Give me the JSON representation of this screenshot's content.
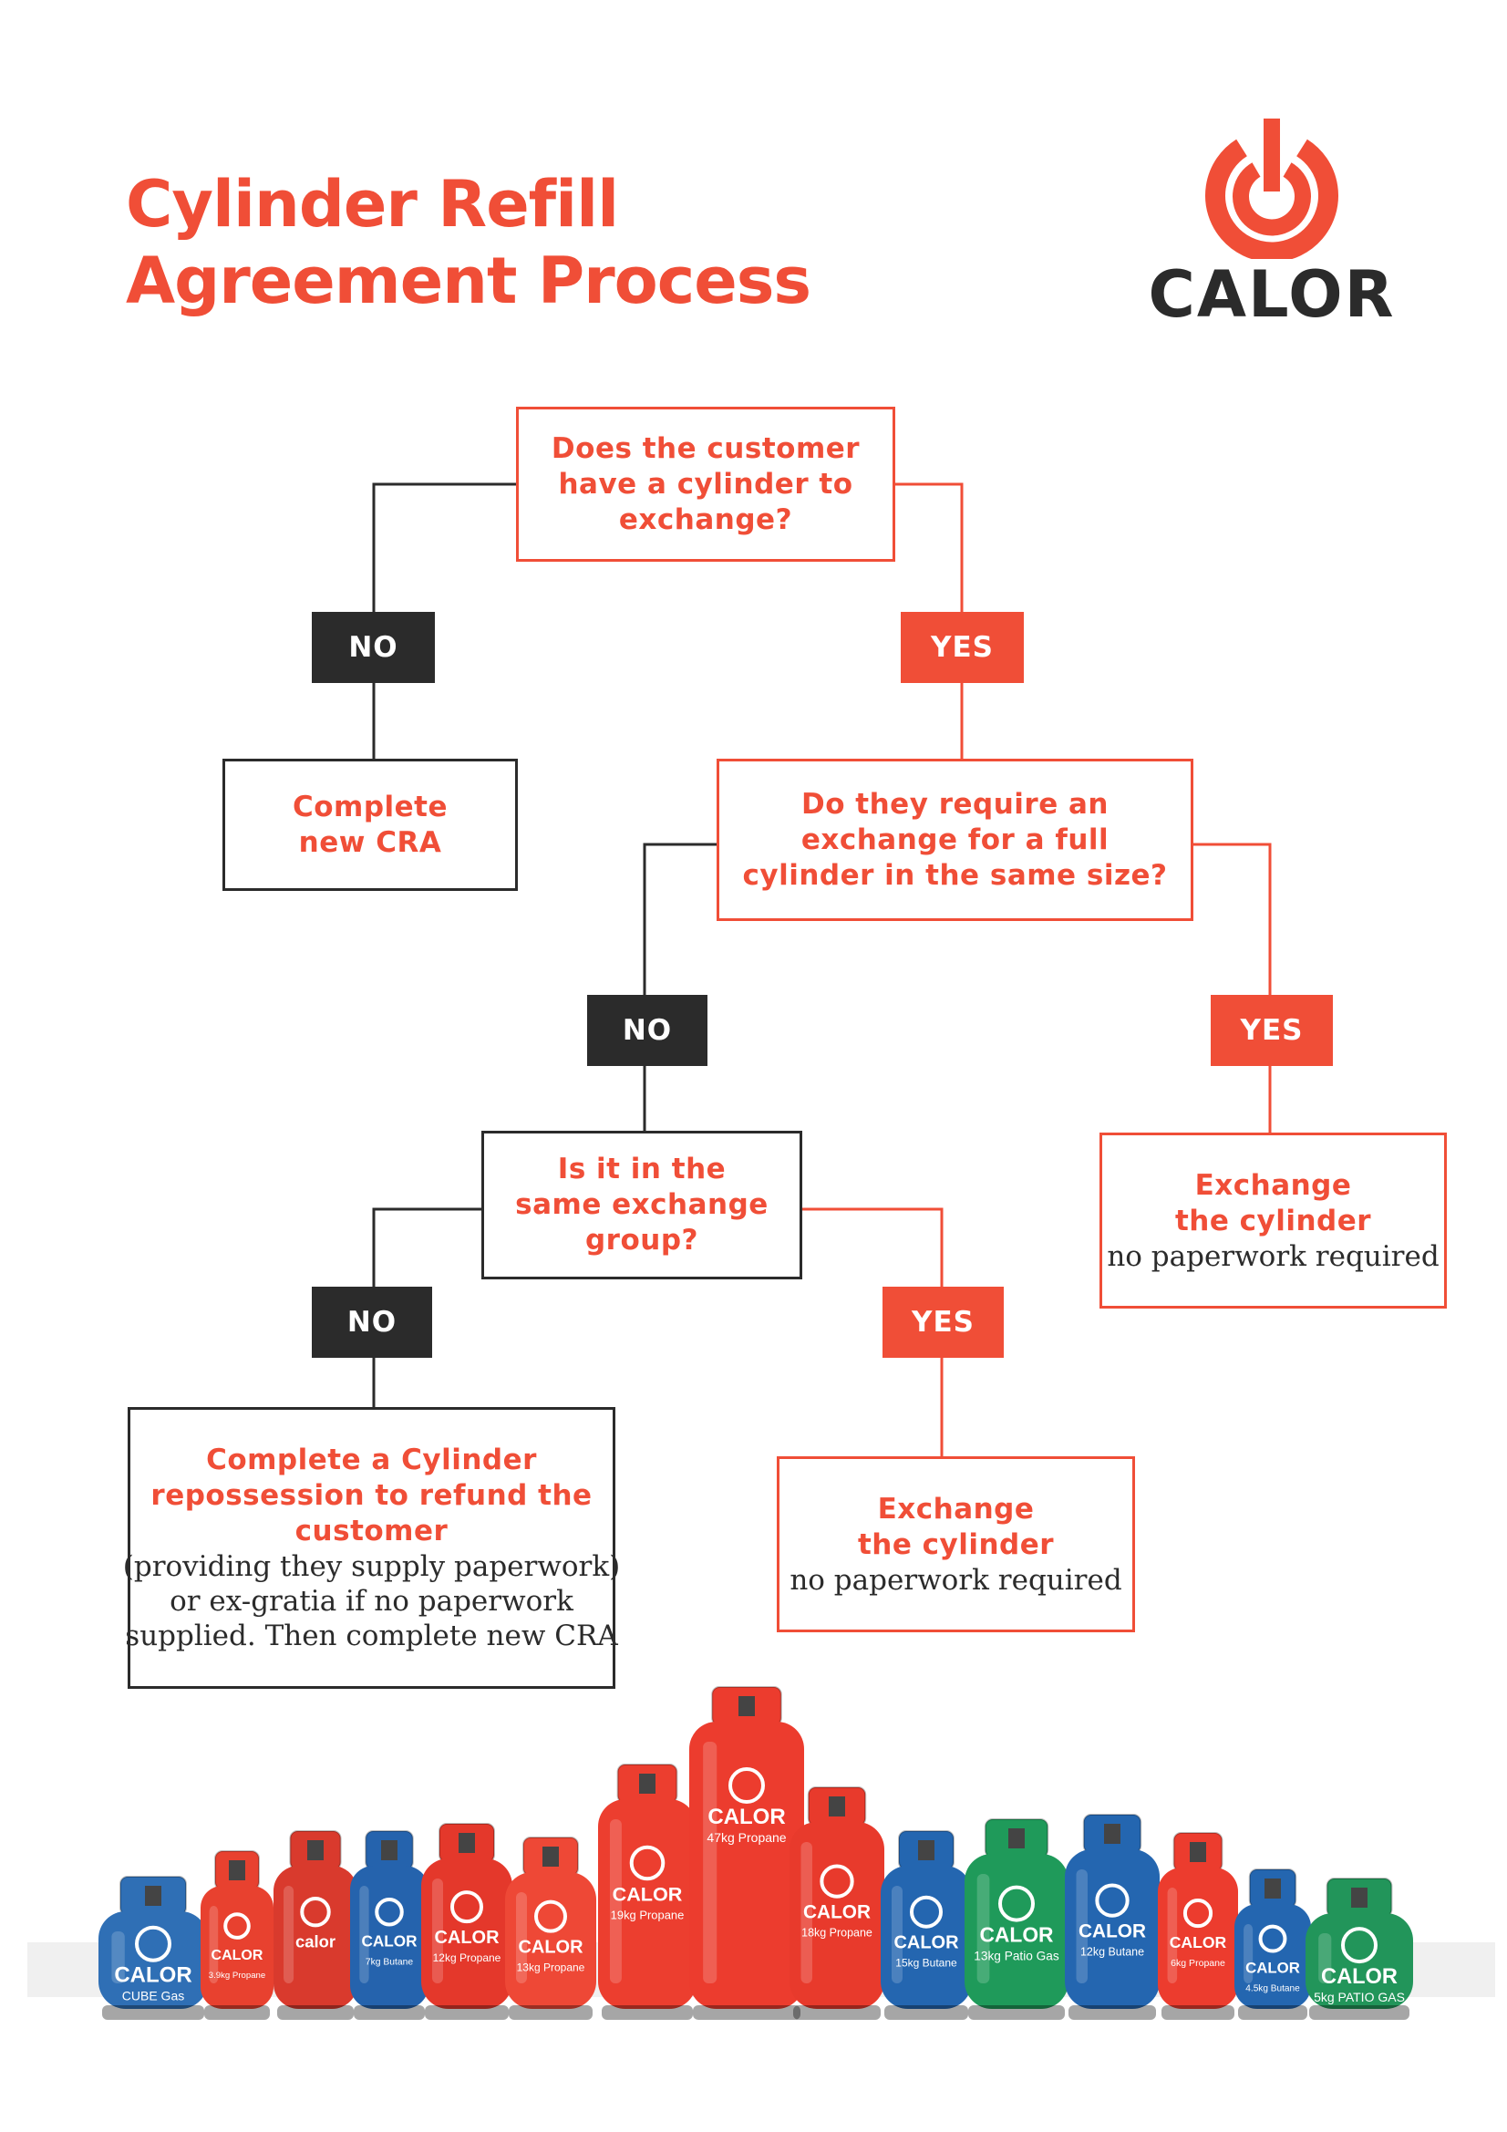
{
  "header": {
    "title_line1": "Cylinder Refill",
    "title_line2": "Agreement Process",
    "brand": "CALOR",
    "brand_colors": {
      "accent": "#f04e37",
      "dark": "#2b2b2b"
    }
  },
  "flow": {
    "q1": {
      "lines": [
        "Does the customer",
        "have a cylinder to",
        "exchange?"
      ]
    },
    "q1_no": "NO",
    "q1_yes": "YES",
    "complete_new_cra": {
      "lines": [
        "Complete",
        "new CRA"
      ]
    },
    "q2": {
      "lines": [
        "Do they require an",
        "exchange for a full",
        "cylinder in the same size?"
      ]
    },
    "q2_no": "NO",
    "q2_yes": "YES",
    "exchange_a": {
      "lines": [
        "Exchange",
        "the cylinder"
      ],
      "note": "no paperwork required"
    },
    "q3": {
      "lines": [
        "Is it in the",
        "same exchange",
        "group?"
      ]
    },
    "q3_no": "NO",
    "q3_yes": "YES",
    "repossess": {
      "lines": [
        "Complete a Cylinder",
        "repossession to refund the",
        "customer"
      ],
      "notes": [
        "(providing they supply paperwork)",
        "or ex-gratia if no paperwork",
        "supplied. Then complete new CRA"
      ]
    },
    "exchange_b": {
      "lines": [
        "Exchange",
        "the cylinder"
      ],
      "note": "no paperwork required"
    }
  },
  "cylinders": [
    {
      "brand": "CALOR",
      "label": "CUBE Gas",
      "color": "#2f6fb5"
    },
    {
      "brand": "CALOR",
      "label": "3.9kg Propane",
      "color": "#e8412f"
    },
    {
      "brand": "calor",
      "label": "",
      "color": "#d93a2d"
    },
    {
      "brand": "CALOR",
      "label": "7kg Butane",
      "color": "#2563ad"
    },
    {
      "brand": "CALOR",
      "label": "12kg Propane",
      "color": "#e4382b"
    },
    {
      "brand": "CALOR",
      "label": "13kg Propane",
      "color": "#ee4836"
    },
    {
      "brand": "CALOR",
      "label": "19kg Propane",
      "color": "#ec3e2f"
    },
    {
      "brand": "CALOR",
      "label": "47kg Propane",
      "color": "#ec3c2e"
    },
    {
      "brand": "CALOR",
      "label": "18kg Propane",
      "color": "#e83a2c"
    },
    {
      "brand": "CALOR",
      "label": "15kg Butane",
      "color": "#2466b0"
    },
    {
      "brand": "CALOR",
      "label": "13kg Patio Gas",
      "color": "#1f9a5a"
    },
    {
      "brand": "CALOR",
      "label": "12kg Butane",
      "color": "#2466b0"
    },
    {
      "brand": "CALOR",
      "label": "6kg Propane",
      "color": "#ec3c2e"
    },
    {
      "brand": "CALOR",
      "label": "4.5kg Butane",
      "color": "#2466b0"
    },
    {
      "brand": "CALOR",
      "label": "5kg PATIO GAS",
      "color": "#22955a"
    }
  ]
}
